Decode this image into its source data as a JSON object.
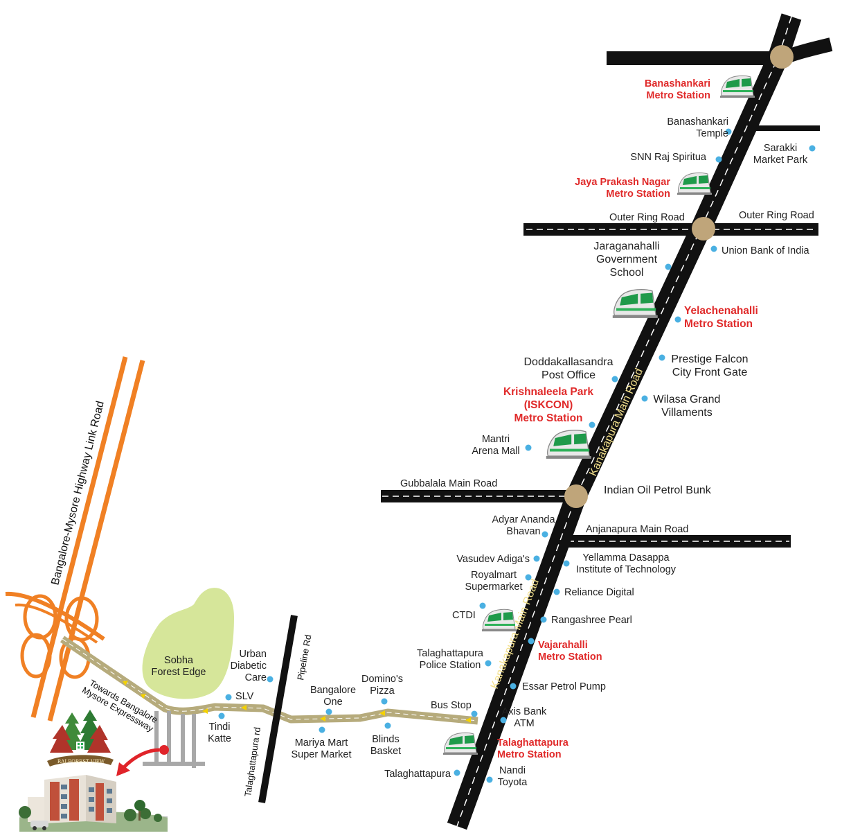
{
  "roads": {
    "kanakapura_upper": "Kanakapura Main Road",
    "kanakapura_lower": "Kanakapura Main Road",
    "outer_ring_left": "Outer Ring Road",
    "outer_ring_right": "Outer Ring Road",
    "gubbalala": "Gubbalala Main Road",
    "anjanapura": "Anjanapura Main Road",
    "highway_link": "Bangalore-Mysore Highway Link Road",
    "expressway": "Towards Bangalore\nMysore Expressway",
    "pipeline": "Pipeline Rd",
    "talaghattapura_rd": "Talaghattapura rd"
  },
  "metro_stations": [
    {
      "id": "banashankari",
      "lines": [
        "Banashankari",
        "Metro Station"
      ]
    },
    {
      "id": "jp-nagar",
      "lines": [
        "Jaya Prakash Nagar",
        "Metro Station"
      ]
    },
    {
      "id": "yelachenahalli",
      "lines": [
        "Yelachenahalli",
        "Metro Station"
      ]
    },
    {
      "id": "krishnaleela",
      "lines": [
        "Krishnaleela Park",
        "(ISKCON)",
        "Metro Station"
      ]
    },
    {
      "id": "vajarahalli",
      "lines": [
        "Vajarahalli",
        "Metro Station"
      ]
    },
    {
      "id": "talaghattapura-metro",
      "lines": [
        "Talaghattapura",
        "Metro Station"
      ]
    }
  ],
  "landmarks": [
    {
      "id": "banashankari-temple",
      "lines": [
        "Banashankari",
        "Temple"
      ]
    },
    {
      "id": "snn-raj",
      "lines": [
        "SNN Raj Spiritua"
      ]
    },
    {
      "id": "sarakki",
      "lines": [
        "Sarakki",
        "Market Park"
      ]
    },
    {
      "id": "union-bank",
      "lines": [
        "Union Bank of India"
      ]
    },
    {
      "id": "jaraganahalli-school",
      "lines": [
        "Jaraganahalli",
        "Government",
        "School"
      ]
    },
    {
      "id": "prestige-falcon",
      "lines": [
        "Prestige Falcon",
        "City Front Gate"
      ]
    },
    {
      "id": "doddakallasandra",
      "lines": [
        "Doddakallasandra",
        "Post Office"
      ]
    },
    {
      "id": "wilasa",
      "lines": [
        "Wilasa Grand",
        "Villaments"
      ]
    },
    {
      "id": "mantri",
      "lines": [
        "Mantri",
        "Arena Mall"
      ]
    },
    {
      "id": "indian-oil",
      "lines": [
        "Indian Oil Petrol Bunk"
      ]
    },
    {
      "id": "adyar-ananda",
      "lines": [
        "Adyar Ananda",
        "Bhavan"
      ]
    },
    {
      "id": "vasudev",
      "lines": [
        "Vasudev Adiga's"
      ]
    },
    {
      "id": "yellamma",
      "lines": [
        "Yellamma Dasappa",
        "Institute of Technology"
      ]
    },
    {
      "id": "royalmart",
      "lines": [
        "Royalmart",
        "Supermarket"
      ]
    },
    {
      "id": "reliance",
      "lines": [
        "Reliance Digital"
      ]
    },
    {
      "id": "ctdi",
      "lines": [
        "CTDI"
      ]
    },
    {
      "id": "rangashree",
      "lines": [
        "Rangashree Pearl"
      ]
    },
    {
      "id": "police",
      "lines": [
        "Talaghattapura",
        "Police Station"
      ]
    },
    {
      "id": "essar",
      "lines": [
        "Essar Petrol Pump"
      ]
    },
    {
      "id": "dominos",
      "lines": [
        "Domino's",
        "Pizza"
      ]
    },
    {
      "id": "bus-stop",
      "lines": [
        "Bus Stop"
      ]
    },
    {
      "id": "axis",
      "lines": [
        "Axis Bank",
        "ATM"
      ]
    },
    {
      "id": "bangalore-one",
      "lines": [
        "Bangalore",
        "One"
      ]
    },
    {
      "id": "urban-diabetic",
      "lines": [
        "Urban",
        "Diabetic",
        "Care"
      ]
    },
    {
      "id": "slv",
      "lines": [
        "SLV"
      ]
    },
    {
      "id": "tindi",
      "lines": [
        "Tindi",
        "Katte"
      ]
    },
    {
      "id": "mariya",
      "lines": [
        "Mariya Mart",
        "Super Market"
      ]
    },
    {
      "id": "blinds",
      "lines": [
        "Blinds",
        "Basket"
      ]
    },
    {
      "id": "talaghattapura",
      "lines": [
        "Talaghattapura"
      ]
    },
    {
      "id": "nandi",
      "lines": [
        "Nandi",
        "Toyota"
      ]
    }
  ],
  "area": {
    "lines": [
      "Sobha",
      "Forest Edge"
    ]
  },
  "logo": {
    "text": "RAJ FOREST VIEW"
  },
  "colors": {
    "main_road": "#111111",
    "local_road": "#b6ab7c",
    "highway": "#f08024",
    "metro_text": "#e02a2a",
    "marker": "#4ab0e2",
    "park": "#d6e69a",
    "junction": "#bfa57a",
    "kanakapura_label": "#f3e08c",
    "site_marker": "#e0242a"
  }
}
